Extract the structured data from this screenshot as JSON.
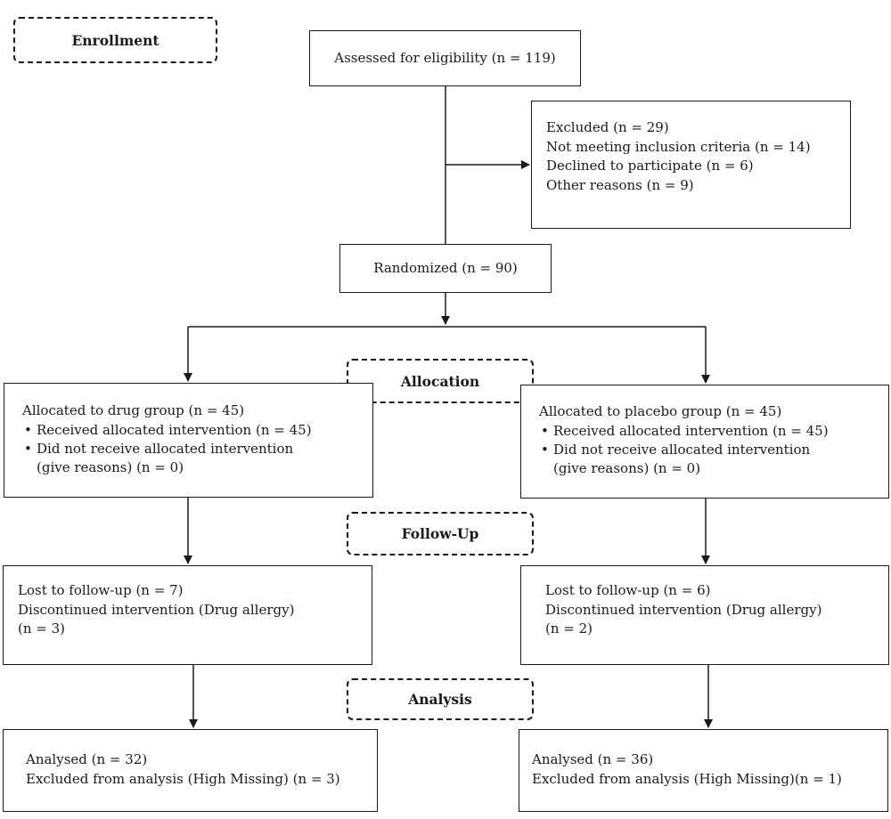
{
  "stages": {
    "enrollment": "Enrollment",
    "allocation": "Allocation",
    "follow_up": "Follow-Up",
    "analysis": "Analysis"
  },
  "assessed": "Assessed for eligibility (n = 119)",
  "excluded": {
    "title": "Excluded (n = 29)",
    "reasons": [
      "Not meeting inclusion criteria (n = 14)",
      "Declined to participate (n = 6)",
      "Other reasons (n = 9)"
    ]
  },
  "randomized": "Randomized (n = 90)",
  "allocation": {
    "drug": {
      "title": "Allocated to drug group (n = 45)",
      "received": "Received allocated intervention (n = 45)",
      "not_received": "Did not receive allocated intervention",
      "not_received_reason": "(give reasons) (n = 0)"
    },
    "placebo": {
      "title": "Allocated to placebo group (n = 45)",
      "received": "Received allocated intervention (n = 45)",
      "not_received": "Did not receive allocated intervention",
      "not_received_reason": "(give reasons) (n = 0)"
    }
  },
  "follow_up": {
    "drug": {
      "lost": "Lost to follow-up (n = 7)",
      "discontinued": "Discontinued intervention (Drug allergy)",
      "discontinued_n": "(n = 3)"
    },
    "placebo": {
      "lost": "Lost to follow-up (n = 6)",
      "discontinued": "Discontinued intervention (Drug allergy)",
      "discontinued_n": "(n = 2)"
    }
  },
  "analysis": {
    "drug": {
      "analysed": "Analysed (n = 32)",
      "excluded": "Excluded from analysis (High Missing) (n = 3)"
    },
    "placebo": {
      "analysed": "Analysed (n = 36)",
      "excluded": "Excluded from analysis (High Missing)(n = 1)"
    }
  }
}
